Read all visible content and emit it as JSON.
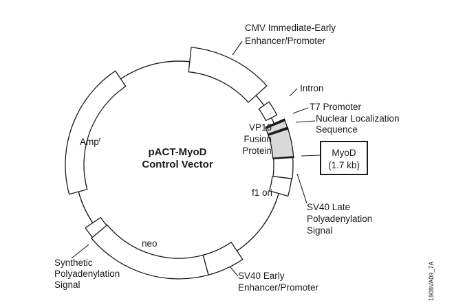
{
  "title": {
    "line1": "pACT-MyoD",
    "line2": "Control Vector"
  },
  "labels": {
    "cmv_line1": "CMV Immediate-Early",
    "cmv_line2": "Enhancer/Promoter",
    "intron": "Intron",
    "t7": "T7 Promoter",
    "nls_line1": "Nuclear Localization",
    "nls_line2": "Sequence",
    "vp16_line1": "VP16",
    "vp16_line2": "Fusion",
    "vp16_line3": "Protein",
    "myod_line1": "MyoD",
    "myod_line2": "(1.7 kb)",
    "f1": "f1 ori",
    "sv40late_line1": "SV40 Late",
    "sv40late_line2": "Polyadenylation",
    "sv40late_line3": "Signal",
    "sv40early_line1": "SV40 Early",
    "sv40early_line2": "Enhancer/Promoter",
    "neo": "neo",
    "synth_line1": "Synthetic",
    "synth_line2": "Polyadenylation",
    "synth_line3": "Signal",
    "amp": "Amp",
    "amp_sup": "r"
  },
  "figure_code": "1908VA09_7A"
}
